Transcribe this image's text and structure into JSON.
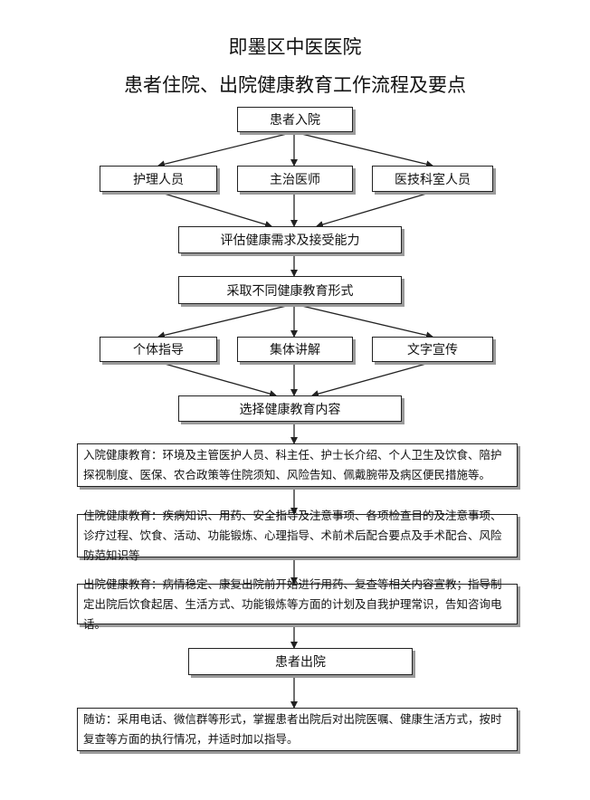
{
  "header": {
    "title": "即墨区中医医院",
    "subtitle": "患者住院、出院健康教育工作流程及要点"
  },
  "nodes": {
    "admission": "患者入院",
    "nurse": "护理人员",
    "doctor": "主治医师",
    "tech": "医技科室人员",
    "assess": "评估健康需求及接受能力",
    "forms": "采取不同健康教育形式",
    "individual": "个体指导",
    "group": "集体讲解",
    "written": "文字宣传",
    "select": "选择健康教育内容",
    "admission_edu": "入院健康教育：环境及主管医护人员、科主任、护士长介绍、个人卫生及饮食、陪护探视制度、医保、农合政策等住院须知、风险告知、佩戴腕带及病区便民措施等。",
    "inpatient_edu": "住院健康教育：疾病知识、用药、安全指导及注意事项、各项检查目的及注意事项、诊疗过程、饮食、活动、功能锻炼、心理指导、术前术后配合要点及手术配合、风险防范知识等",
    "discharge_edu": "出院健康教育：病情稳定、康复出院前开始进行用药、复查等相关内容宣教；指导制定出院后饮食起居、生活方式、功能锻炼等方面的计划及自我护理常识，告知咨询电话。",
    "discharge": "患者出院",
    "followup": "随访：采用电话、微信群等形式，掌握患者出院后对出院医嘱、健康生活方式，按时复查等方面的执行情况，并适时加以指导。"
  }
}
